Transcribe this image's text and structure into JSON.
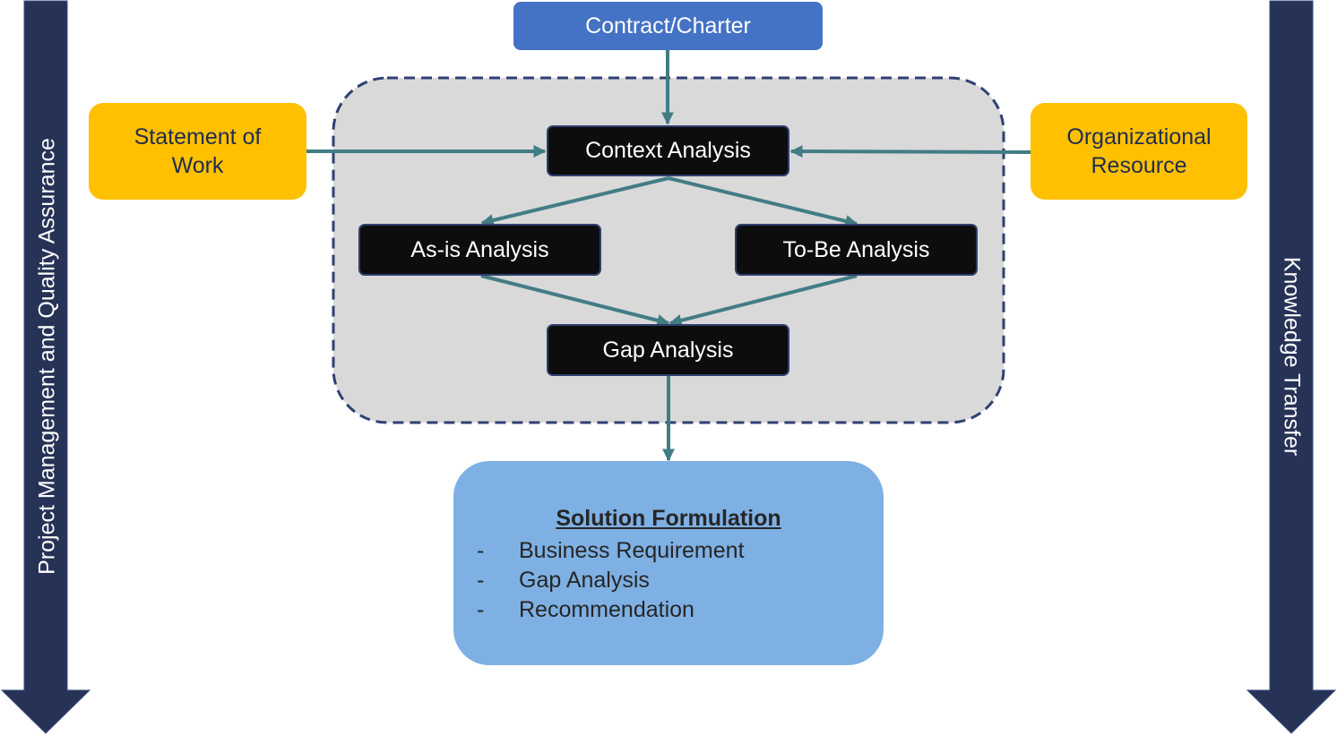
{
  "diagram": {
    "title_box": "Contract/Charter",
    "inputs": {
      "left": "Statement of\nWork",
      "left_lines": [
        "Statement of",
        "Work"
      ],
      "right_lines": [
        "Organizational",
        "Resource"
      ]
    },
    "process_nodes": {
      "context": "Context Analysis",
      "as_is": "As-is Analysis",
      "to_be": "To-Be Analysis",
      "gap": "Gap Analysis"
    },
    "solution": {
      "title": "Solution Formulation",
      "bullet": "-",
      "items": [
        "Business Requirement",
        "Gap Analysis",
        "Recommendation"
      ]
    },
    "side_arrows": {
      "left": "Project Management and Quality Assurance",
      "right": "Knowledge Transfer"
    },
    "colors": {
      "side_arrow": "#263356",
      "contract_box": "#4472c4",
      "input_box": "#ffc000",
      "process_box": "#0d0d0d",
      "connector": "#427c84",
      "group_fill": "#d9d9d9",
      "group_border": "#2f4172",
      "solution_box": "#7eb0e3"
    }
  }
}
